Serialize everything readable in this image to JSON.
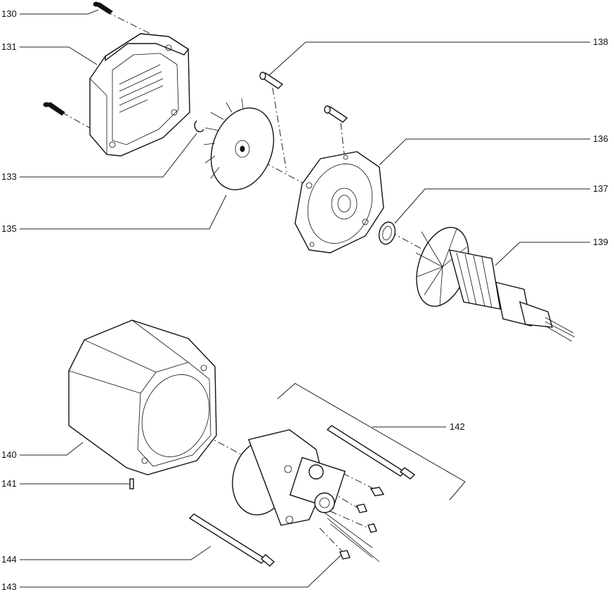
{
  "labels": {
    "l130": "130",
    "l131": "131",
    "l133": "133",
    "l135": "135",
    "l136": "136",
    "l137": "137",
    "l138": "138",
    "l139": "139",
    "l140": "140",
    "l141": "141",
    "l142": "142",
    "l143": "143",
    "l144": "144"
  }
}
